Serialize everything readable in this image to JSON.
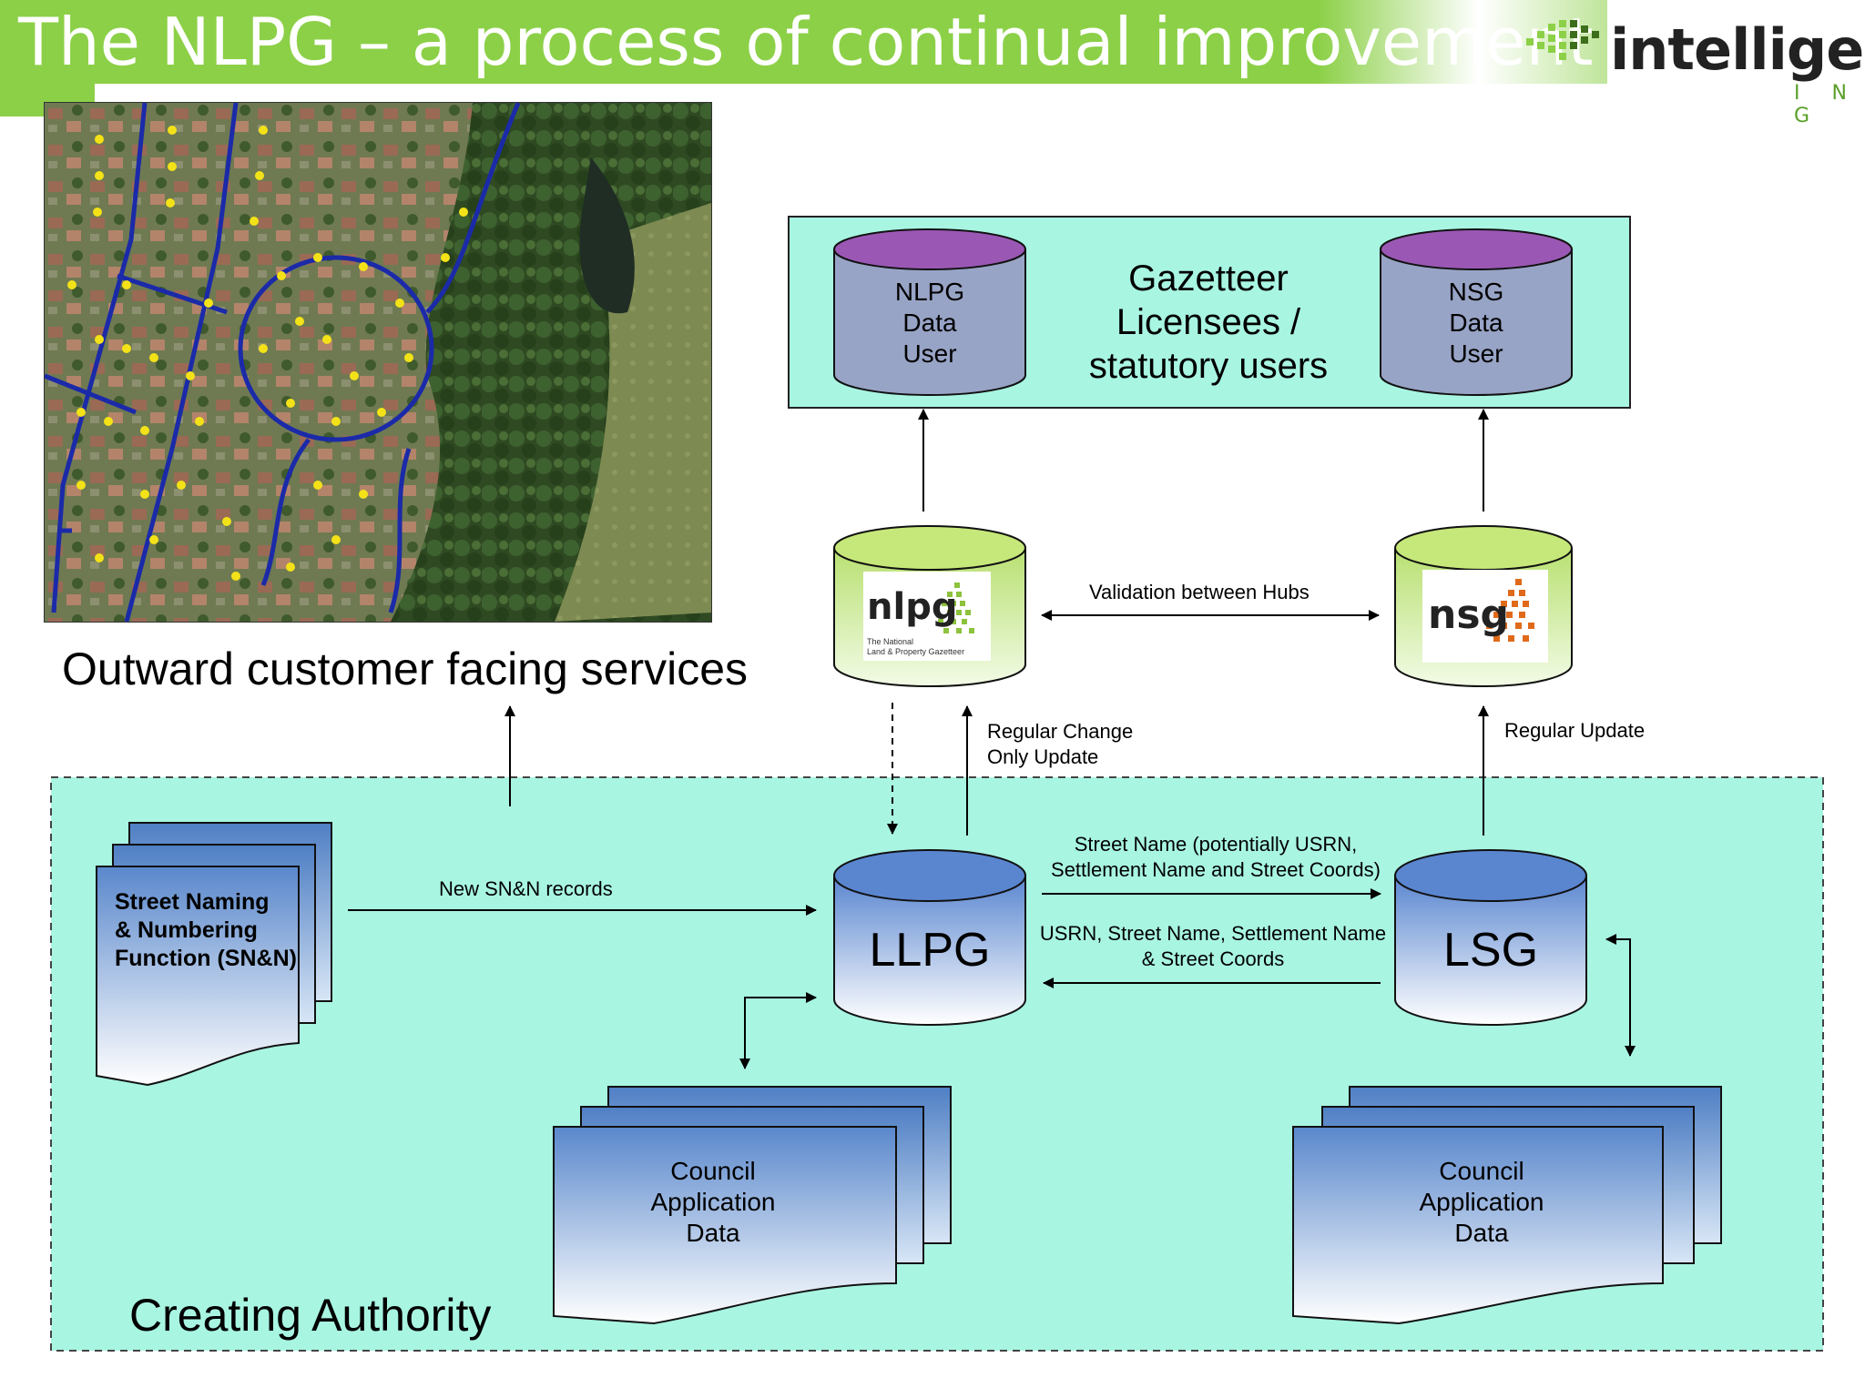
{
  "slide": {
    "title": "The NLPG – a process of continual improvement",
    "brand": {
      "name": "intelligent",
      "subtitle": "I N G"
    }
  },
  "labels": {
    "outward": "Outward customer facing services",
    "creating_authority": "Creating Authority"
  },
  "nodes": {
    "gazetteer_box": "Gazetteer Licensees / statutory users",
    "gazetteer_lines": [
      "Gazetteer",
      "Licensees /",
      "statutory users"
    ],
    "nlpg_user_lines": [
      "NLPG",
      "Data",
      "User"
    ],
    "nsg_user_lines": [
      "NSG",
      "Data",
      "User"
    ],
    "nlpg_hub_logo": "nlpg",
    "nlpg_hub_caption": [
      "The National",
      "Land & Property Gazetteer"
    ],
    "nsg_hub_logo": "nsg",
    "llpg": "LLPG",
    "lsg": "LSG",
    "snn_lines": [
      "Street Naming",
      "& Numbering",
      "Function (SN&N)"
    ],
    "council_left_lines": [
      "Council",
      "Application",
      "Data"
    ],
    "council_right_lines": [
      "Council",
      "Application",
      "Data"
    ]
  },
  "edges": {
    "validation": "Validation between Hubs",
    "regular_change": [
      "Regular Change",
      "Only Update"
    ],
    "regular_update": "Regular Update",
    "new_snn": "New SN&N records",
    "street_name_to_lsg": [
      "Street Name (potentially USRN,",
      "Settlement Name and Street Coords)"
    ],
    "usrn_to_llpg": [
      "USRN, Street Name, Settlement Name",
      "& Street Coords"
    ]
  },
  "colors": {
    "title_green": "#8cd048",
    "panel_fill": "#a8f5e2",
    "db_purple_top": "#9a58b4",
    "db_body": "#98a4c6",
    "hub_green": "#c6e87a",
    "doc_blue": "#5a88cc"
  }
}
